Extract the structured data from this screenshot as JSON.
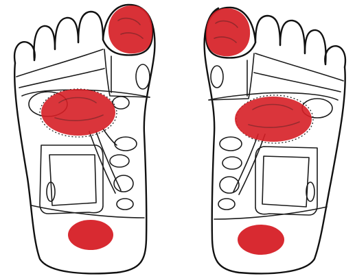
{
  "image": {
    "subject": "reflexology-foot-chart",
    "background_color": "#ffffff",
    "line_color": "#111111",
    "highlight_color": "#d61f26"
  },
  "feet": [
    {
      "side": "left",
      "highlighted_zones": [
        "big-toe",
        "solar-plexus",
        "heel"
      ]
    },
    {
      "side": "right",
      "highlighted_zones": [
        "big-toe",
        "solar-plexus",
        "heel"
      ]
    }
  ]
}
